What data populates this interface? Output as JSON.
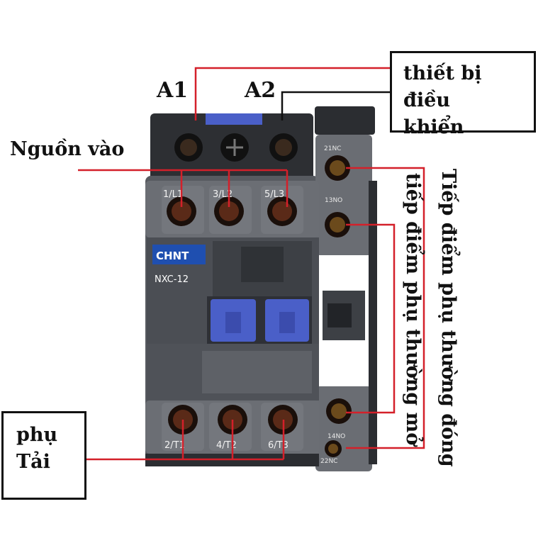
{
  "labels": {
    "a1": "A1",
    "a2": "A2",
    "nguon_vao": "Nguồn vào",
    "phu_tai_line1": "phụ",
    "phu_tai_line2": "Tải",
    "thiet_bi_line1": "thiết bị điều",
    "thiet_bi_line2": "khiển",
    "tiep_diem_dong": "Tiếp điểm phụ thường đóng",
    "tiep_diem_mo": "tiếp điểm phụ thường mở"
  },
  "device": {
    "brand": "CHNT",
    "model": "NXC-12",
    "top_terminals": [
      "1/L1",
      "3/L2",
      "5/L3"
    ],
    "bottom_terminals": [
      "2/T1",
      "4/T2",
      "6/T3"
    ],
    "aux_top": [
      "21NC",
      "13NO"
    ],
    "aux_bottom": [
      "14NO",
      "22NC"
    ]
  },
  "colors": {
    "wire": "#d4202a",
    "control_wire": "#111111",
    "body": "#5a5d63",
    "body_dark": "#2b2d31",
    "accent_blue": "#4a5fc8",
    "brand_bg": "#1f4fb0"
  }
}
